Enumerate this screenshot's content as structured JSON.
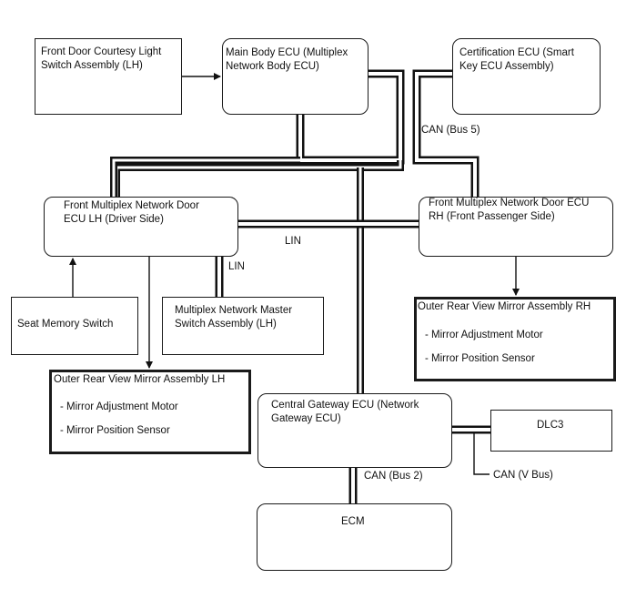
{
  "nodes": {
    "courtesy_switch": {
      "line1": "Front Door Courtesy Light",
      "line2": "Switch Assembly (LH)"
    },
    "main_body_ecu": {
      "line1": "Main Body ECU (Multiplex",
      "line2": "Network Body ECU)"
    },
    "certification_ecu": {
      "line1": "Certification ECU (Smart",
      "line2": "Key ECU Assembly)"
    },
    "door_ecu_lh": {
      "line1": "Front Multiplex Network Door",
      "line2": "ECU LH (Driver Side)"
    },
    "door_ecu_rh": {
      "line1": "Front Multiplex Network Door ECU",
      "line2": "RH (Front Passenger Side)"
    },
    "seat_memory_switch": {
      "line1": "Seat Memory Switch"
    },
    "master_switch": {
      "line1": "Multiplex Network Master",
      "line2": "Switch Assembly (LH)"
    },
    "mirror_lh": {
      "title": "Outer Rear View Mirror Assembly LH",
      "item1": "- Mirror Adjustment Motor",
      "item2": "- Mirror Position Sensor"
    },
    "mirror_rh": {
      "title": "Outer Rear View Mirror Assembly RH",
      "item1": "- Mirror Adjustment Motor",
      "item2": "- Mirror Position Sensor"
    },
    "central_gateway": {
      "line1": "Central Gateway ECU (Network",
      "line2": "Gateway ECU)"
    },
    "dlc3": {
      "line1": "DLC3"
    },
    "ecm": {
      "line1": "ECM"
    }
  },
  "bus_labels": {
    "can_bus5": "CAN (Bus 5)",
    "lin_main": "LIN",
    "lin_master": "LIN",
    "can_bus2": "CAN (Bus 2)",
    "can_vbus": "CAN (V Bus)"
  },
  "colors": {
    "line": "#111111",
    "background": "#ffffff"
  }
}
